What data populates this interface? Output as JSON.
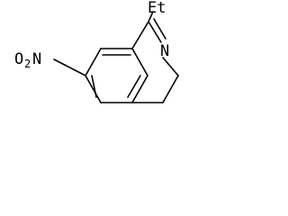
{
  "structure": {
    "substituent_top": "Et",
    "ring_nitrogen": "N",
    "nitro": {
      "o_letter": "O",
      "subscript": "2",
      "n_letter": "N"
    }
  }
}
